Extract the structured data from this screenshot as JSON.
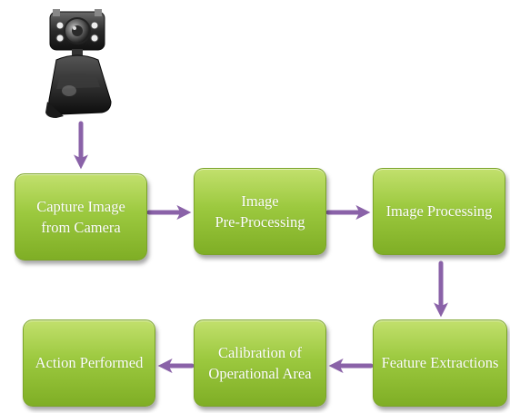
{
  "diagram": {
    "steps": [
      {
        "id": "capture",
        "label": "Capture Image\nfrom Camera"
      },
      {
        "id": "preprocess",
        "label": "Image\nPre-Processing"
      },
      {
        "id": "processing",
        "label": "Image Processing"
      },
      {
        "id": "feature",
        "label": "Feature Extractions"
      },
      {
        "id": "calibration",
        "label": "Calibration of\nOperational Area"
      },
      {
        "id": "action",
        "label": "Action Performed"
      }
    ],
    "flow": [
      "camera",
      "capture",
      "preprocess",
      "processing",
      "feature",
      "calibration",
      "action"
    ],
    "colors": {
      "box_fill": "#9cc93f",
      "arrow": "#8a62a8"
    },
    "icons": {
      "camera": "webcam-icon"
    }
  }
}
